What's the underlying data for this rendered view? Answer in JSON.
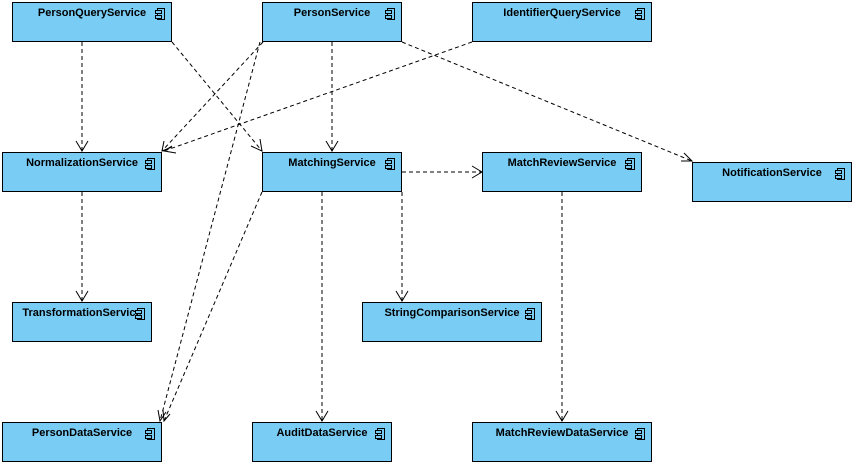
{
  "diagram": {
    "components": {
      "personQuery": {
        "label": "PersonQueryService"
      },
      "person": {
        "label": "PersonService"
      },
      "identifierQuery": {
        "label": "IdentifierQueryService"
      },
      "normalization": {
        "label": "NormalizationService"
      },
      "matching": {
        "label": "MatchingService"
      },
      "matchReview": {
        "label": "MatchReviewService"
      },
      "notification": {
        "label": "NotificationService"
      },
      "transformation": {
        "label": "TransformationService"
      },
      "stringComparison": {
        "label": "StringComparisonService"
      },
      "personData": {
        "label": "PersonDataService"
      },
      "auditData": {
        "label": "AuditDataService"
      },
      "matchReviewData": {
        "label": "MatchReviewDataService"
      }
    },
    "colors": {
      "fill": "#79cdf5",
      "stroke": "#000000"
    }
  }
}
